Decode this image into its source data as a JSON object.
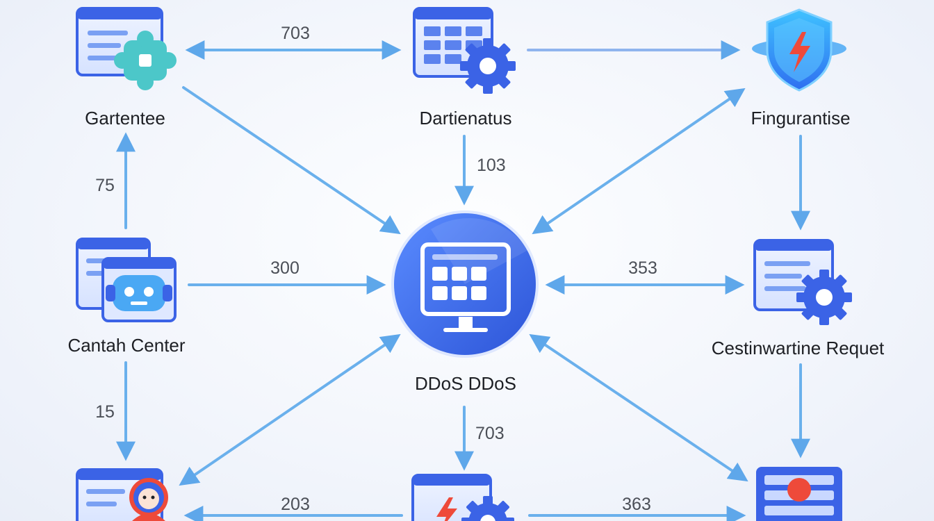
{
  "colors": {
    "arrow": "#6ab0ec",
    "arrow_dark": "#4a8fdf",
    "icon_blue": "#3b63e6",
    "icon_light": "#dbe7ff",
    "center_blue": "#3f6ef0",
    "teal": "#4cc7c9",
    "red": "#ee4a3a"
  },
  "nodes": {
    "top_left": {
      "label": "Gartentee",
      "icon": "window-puzzle-icon"
    },
    "top_center": {
      "label": "Dartienatus",
      "icon": "window-grid-gear-icon"
    },
    "top_right": {
      "label": "Fingurantise",
      "icon": "shield-bolt-icon"
    },
    "mid_left": {
      "label": "Cantah Center",
      "icon": "window-robot-icon"
    },
    "center": {
      "label": "DDoS DDoS",
      "icon": "monitor-grid-icon"
    },
    "mid_right": {
      "label": "Cestinwartine Requet",
      "icon": "window-gear-icon"
    },
    "bot_left": {
      "label": "",
      "icon": "window-person-icon"
    },
    "bot_center": {
      "label": "",
      "icon": "window-bolt-gear-icon"
    },
    "bot_right": {
      "label": "",
      "icon": "server-rack-icon"
    }
  },
  "edges": {
    "top_left_top_center": "703",
    "top_center_center": "103",
    "mid_left_top_left": "75",
    "mid_left_center": "300",
    "center_mid_right": "353",
    "mid_left_bot_left": "15",
    "center_bot_center": "703",
    "bot_left_bot_center": "203",
    "bot_center_bot_right": "363"
  }
}
